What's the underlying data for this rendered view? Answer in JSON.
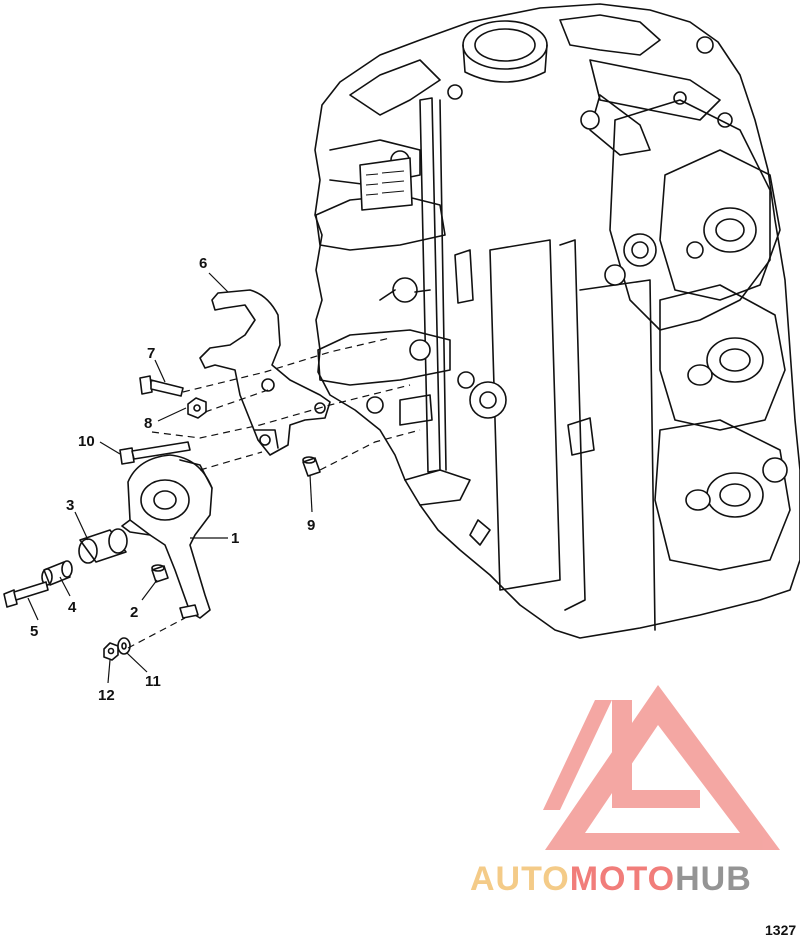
{
  "callouts": [
    {
      "id": "1",
      "label": "1"
    },
    {
      "id": "2",
      "label": "2"
    },
    {
      "id": "3",
      "label": "3"
    },
    {
      "id": "4",
      "label": "4"
    },
    {
      "id": "5",
      "label": "5"
    },
    {
      "id": "6",
      "label": "6"
    },
    {
      "id": "7",
      "label": "7"
    },
    {
      "id": "8",
      "label": "8"
    },
    {
      "id": "9",
      "label": "9"
    },
    {
      "id": "10",
      "label": "10"
    },
    {
      "id": "11",
      "label": "11"
    },
    {
      "id": "12",
      "label": "12"
    }
  ],
  "figure_number": "1327",
  "watermark": {
    "word_part1": "AUTO",
    "word_part2": "MOTO",
    "word_part3": "HUB",
    "colors": {
      "auto": "#f4c77e",
      "moto": "#f0736f",
      "hub": "#8c8c8c",
      "logo": "#f4a09c"
    }
  },
  "colors": {
    "line": "#111111",
    "background": "#ffffff"
  }
}
